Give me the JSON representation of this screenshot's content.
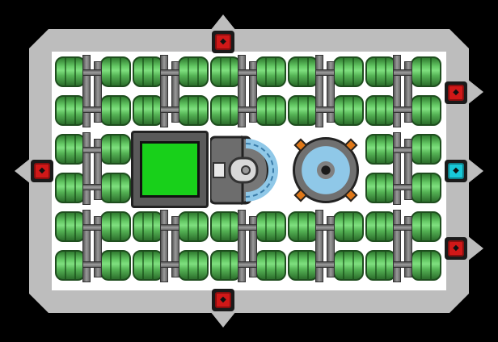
{
  "ship": {
    "hull_color": "#bdbdbd",
    "floor_color": "#ffffff",
    "rooms": {
      "cargo_bay": {
        "fill_color": "#18d01a"
      },
      "cockpit": {
        "glass_color": "#8fc8e8"
      },
      "reactor": {
        "bolt_color": "#e07818"
      }
    },
    "doors": [
      {
        "id": "top",
        "color": "#d01818",
        "icon": "lock-icon"
      },
      {
        "id": "bottom",
        "color": "#d01818",
        "icon": "lock-icon"
      },
      {
        "id": "left",
        "color": "#d01818",
        "icon": "lock-icon"
      },
      {
        "id": "right-top",
        "color": "#d01818",
        "icon": "lock-icon"
      },
      {
        "id": "right-middle",
        "color": "#18c8d8",
        "icon": "open-icon"
      },
      {
        "id": "right-bottom",
        "color": "#d01818",
        "icon": "lock-icon"
      }
    ],
    "tank_color": "#64c864"
  }
}
